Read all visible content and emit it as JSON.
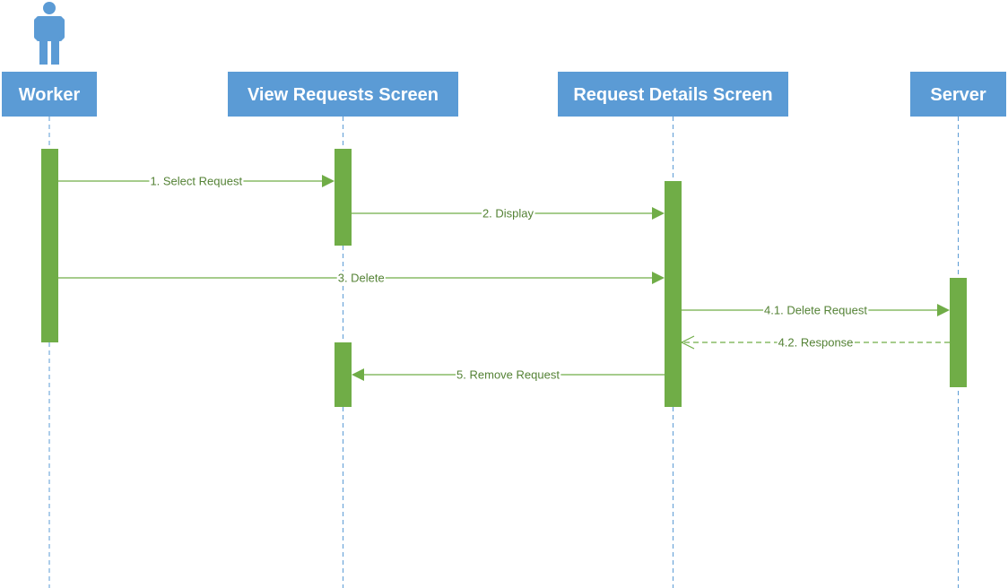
{
  "colors": {
    "header_fill": "#5b9bd5",
    "header_text": "#ffffff",
    "actor_fill": "#5b9bd5",
    "activation_fill": "#70ad47",
    "message_color": "#70ad47",
    "message_label_color": "#548235",
    "lifeline_color": "#5b9bd5"
  },
  "actor": {
    "icon": "person-icon"
  },
  "lifelines": [
    {
      "id": "worker",
      "label": "Worker"
    },
    {
      "id": "view_requests",
      "label": "View Requests Screen"
    },
    {
      "id": "request_details",
      "label": "Request Details Screen"
    },
    {
      "id": "server",
      "label": "Server"
    }
  ],
  "messages": [
    {
      "label": "1. Select Request",
      "from": "worker",
      "to": "view_requests",
      "style": "solid"
    },
    {
      "label": "2. Display",
      "from": "view_requests",
      "to": "request_details",
      "style": "solid"
    },
    {
      "label": "3. Delete",
      "from": "worker",
      "to": "request_details",
      "style": "solid"
    },
    {
      "label": "4.1. Delete Request",
      "from": "request_details",
      "to": "server",
      "style": "solid"
    },
    {
      "label": "4.2. Response",
      "from": "server",
      "to": "request_details",
      "style": "dashed"
    },
    {
      "label": "5. Remove Request",
      "from": "request_details",
      "to": "view_requests",
      "style": "solid"
    }
  ]
}
